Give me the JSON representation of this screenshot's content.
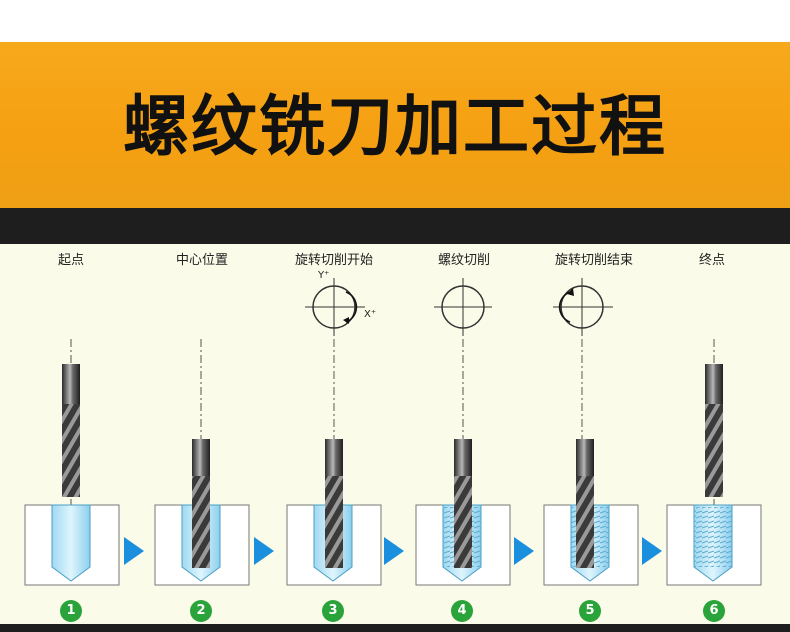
{
  "title": "螺纹铣刀加工过程",
  "steps": [
    {
      "label": "起点",
      "number": "1"
    },
    {
      "label": "中心位置",
      "number": "2"
    },
    {
      "label": "旋转切削开始",
      "number": "3"
    },
    {
      "label": "螺纹切削",
      "number": "4"
    },
    {
      "label": "旋转切削结束",
      "number": "5"
    },
    {
      "label": "终点",
      "number": "6"
    }
  ],
  "axes": {
    "y": "Y⁺",
    "x": "X⁺"
  },
  "colors": {
    "banner": "#f5a012",
    "arrow": "#1a8fde",
    "badge": "#2aa43a",
    "hole": "#bfe9f7"
  }
}
